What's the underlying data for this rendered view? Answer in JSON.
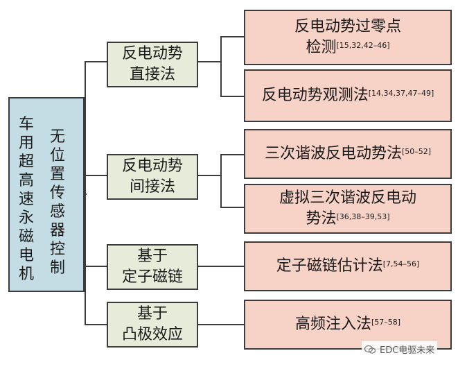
{
  "root": {
    "col1": "车用超高速永磁电机",
    "col2": "无位置传感器控制"
  },
  "categories": [
    {
      "line1": "反电动势",
      "line2": "直接法"
    },
    {
      "line1": "反电动势",
      "line2": "间接法"
    },
    {
      "line1": "基于",
      "line2": "定子磁链"
    },
    {
      "line1": "基于",
      "line2": "凸极效应"
    }
  ],
  "leaves": [
    {
      "text": "反电动势过零点",
      "text2": "检测",
      "ref": "[15,32,42–46]"
    },
    {
      "text": "反电动势观测法",
      "ref": "[14,34,37,47–49]"
    },
    {
      "text": "三次谐波反电动势法",
      "ref": "[50–52]"
    },
    {
      "text": "虚拟三次谐波反电动",
      "text2": "势法",
      "ref": "[36,38–39,53]"
    },
    {
      "text": "定子磁链估计法",
      "ref": "[7,54–56]"
    },
    {
      "text": "高频注入法",
      "ref": "[57–58]"
    }
  ],
  "watermark": {
    "text": "EDC电驱未来",
    "icon": "wechat-icon"
  },
  "colors": {
    "root_bg": "#c4dde4",
    "category_bg": "#e6ecd9",
    "leaf_bg": "#f7d2c7",
    "border": "#3b3b3b"
  }
}
